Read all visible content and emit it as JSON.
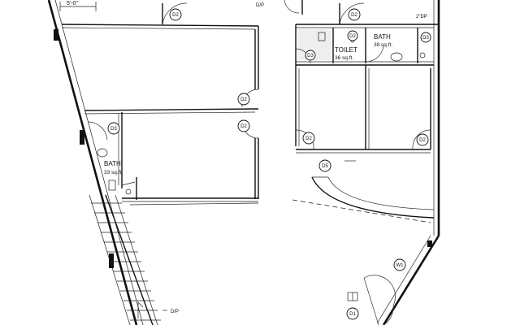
{
  "dimension": "5'-0\"",
  "notes": {
    "dp_top": "D/P",
    "dp_bottom": "D/P",
    "dp_right": "2\"DP"
  },
  "rooms": {
    "bath_left": {
      "name": "BATH",
      "area": "33 sq.ft."
    },
    "bath_right": {
      "name": "BATH",
      "area": "38 sq.ft."
    },
    "toilet": {
      "name": "TOILET",
      "area": "36 sq.ft."
    }
  },
  "door_tags": {
    "d2_top_left": "D2",
    "d2_top_right": "D2",
    "d2_bath_top": "D2",
    "d3_bath_right": "D3",
    "d3_toilet": "D3",
    "d3_left_bath": "D3",
    "d2_mid_upper": "D2",
    "d2_mid_lower": "D2",
    "d2_right_a": "D2",
    "d2_right_b": "D2",
    "d5": "D5",
    "w1": "W1",
    "d1": "D1"
  }
}
